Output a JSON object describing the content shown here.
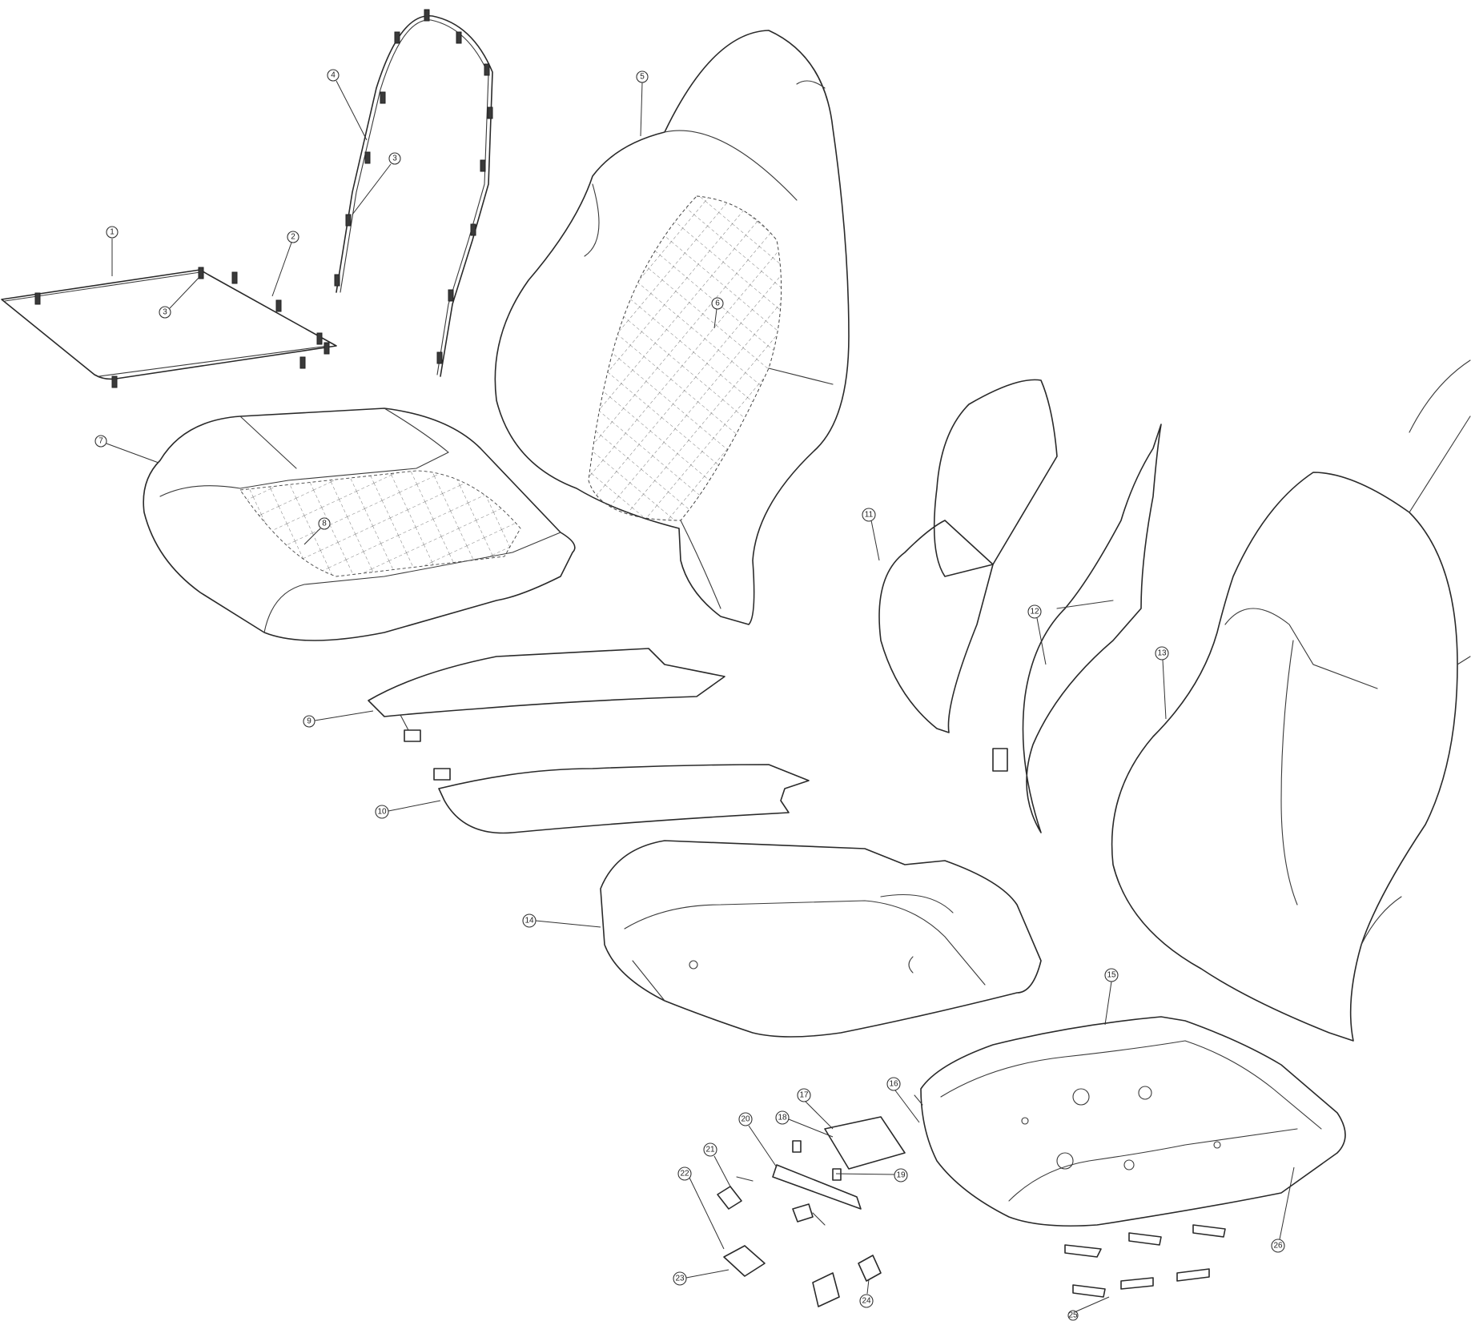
{
  "callouts": {
    "c1": "1",
    "c2": "2",
    "c3a": "3",
    "c3b": "3",
    "c4": "4",
    "c5": "5",
    "c6": "6",
    "c7": "7",
    "c8": "8",
    "c9": "9",
    "c10": "10",
    "c11": "11",
    "c12": "12",
    "c13": "13",
    "c14": "14",
    "c15": "15",
    "c16": "16",
    "c17": "17",
    "c18": "18",
    "c19": "19",
    "c20": "20",
    "c21": "21",
    "c22": "22",
    "c23": "23",
    "c24": "24",
    "c25": "25",
    "c26": "26"
  },
  "colors": {
    "line": "#2a2a2a",
    "background": "#ffffff"
  }
}
